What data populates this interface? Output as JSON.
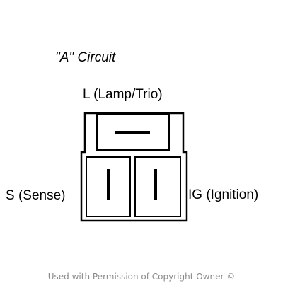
{
  "title": "\"A\" Circuit",
  "terminals": {
    "top": "L (Lamp/Trio)",
    "left": "S (Sense)",
    "right": "IG (Ignition)"
  },
  "footer": "Used with Permission of Copyright Owner ©"
}
